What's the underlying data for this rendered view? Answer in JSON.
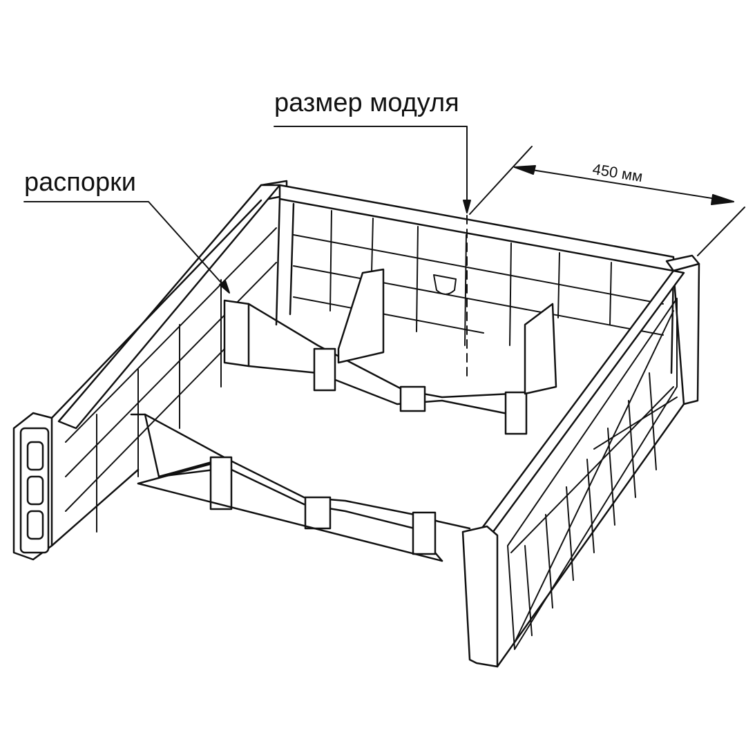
{
  "labels": {
    "module_size": "размер модуля",
    "spacers": "распорки",
    "dimension": "450 мм"
  },
  "drawing": {
    "subject": "modular planter frame (isometric line drawing)",
    "stroke_color": "#111111",
    "background": "#ffffff"
  }
}
